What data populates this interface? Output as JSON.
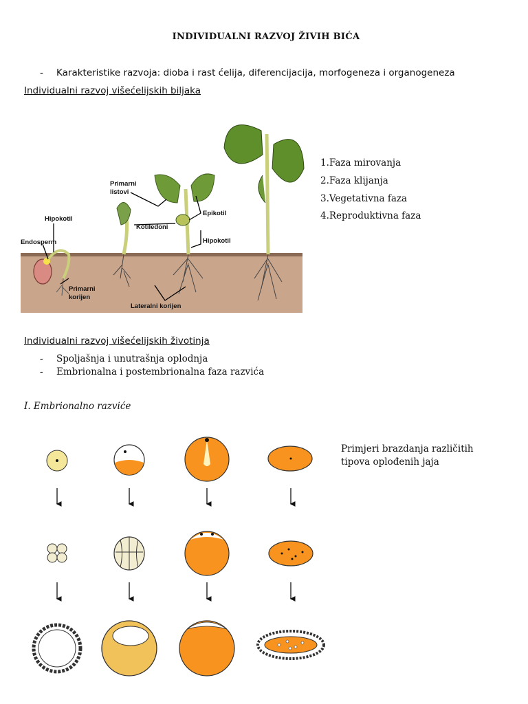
{
  "title": "INDIVIDUALNI RAZVOJ ŽIVIH BIĆA",
  "intro_bullet": "Karakteristike razvoja: dioba i rast ćelija, diferencijacija, morfogeneza i organogeneza",
  "plants_heading": "Individualni razvoj višećelijskih biljaka",
  "plant_labels": {
    "hipokotil_left": "Hipokotil",
    "endosperm": "Endosperm",
    "primarni_korijen_1": "Primarni",
    "primarni_korijen_2": "korijen",
    "primarni_listovi_1": "Primarni",
    "primarni_listovi_2": "listovi",
    "kotiledoni": "Kotiledoni",
    "epikotil": "Epikotil",
    "hipokotil_right": "Hipokotil",
    "lateralni_korijen": "Lateralni korijen"
  },
  "phases": [
    "1.Faza mirovanja",
    "2.Faza klijanja",
    "3.Vegetativna faza",
    "4.Reproduktivna faza"
  ],
  "animals_heading": "Individualni razvoj višećelijskih životinja",
  "animal_bullets": [
    "Spoljašnja i unutrašnja oplodnja",
    "Embrionalna i postembrionalna faza razvića"
  ],
  "embryo_heading": "I. Embrionalno razviće",
  "cleavage_caption": "Primjeri brazdanja različitih tipova oplođenih jaja",
  "colors": {
    "yolk": "#f7931e",
    "pale_yolk": "#f4e79a",
    "soil": "#c9a58c",
    "leaf": "#5f8f2a",
    "stem": "#c9cf7a"
  }
}
